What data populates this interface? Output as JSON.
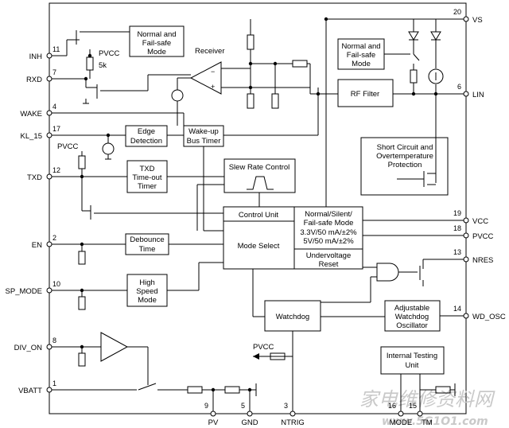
{
  "blocks": {
    "normal_failsafe_left": [
      "Normal and",
      "Fail-safe",
      "Mode"
    ],
    "receiver": "Receiver",
    "normal_failsafe_right": [
      "Normal and",
      "Fail-safe",
      "Mode"
    ],
    "rf_filter": "RF Filter",
    "edge_detection": [
      "Edge",
      "Detection"
    ],
    "wakeup_timer": [
      "Wake-up",
      "Bus Timer"
    ],
    "short_circuit": [
      "Short Circuit and",
      "Overtemperature",
      "Protection"
    ],
    "txd_timeout": [
      "TXD",
      "Time-out",
      "Timer"
    ],
    "slew_rate": "Slew Rate Control",
    "control_unit": "Control Unit",
    "mode_select": "Mode Select",
    "power_mode": [
      "Normal/Silent/",
      "Fail-safe Mode",
      "3.3V/50 mA/±2%",
      "5V/50 mA/±2%"
    ],
    "undervoltage": [
      "Undervoltage",
      "Reset"
    ],
    "debounce": [
      "Debounce",
      "Time"
    ],
    "high_speed": [
      "High",
      "Speed",
      "Mode"
    ],
    "watchdog": "Watchdog",
    "wd_oscillator": [
      "Adjustable",
      "Watchdog",
      "Oscillator"
    ],
    "internal_testing": [
      "Internal Testing",
      "Unit"
    ]
  },
  "labels": {
    "pvcc_inh": "PVCC",
    "r5k": "5k",
    "pvcc_kl": "PVCC",
    "pvcc_bottom": "PVCC"
  },
  "pins_left": [
    {
      "name": "INH",
      "num": "11"
    },
    {
      "name": "RXD",
      "num": "7"
    },
    {
      "name": "WAKE",
      "num": "4"
    },
    {
      "name": "KL_15",
      "num": "17"
    },
    {
      "name": "TXD",
      "num": "12"
    },
    {
      "name": "EN",
      "num": "2"
    },
    {
      "name": "SP_MODE",
      "num": "10"
    },
    {
      "name": "DIV_ON",
      "num": "8"
    },
    {
      "name": "VBATT",
      "num": "1"
    }
  ],
  "pins_right": [
    {
      "name": "VS",
      "num": "20"
    },
    {
      "name": "LIN",
      "num": "6"
    },
    {
      "name": "VCC",
      "num": "19"
    },
    {
      "name": "PVCC",
      "num": "18"
    },
    {
      "name": "NRES",
      "num": "13"
    },
    {
      "name": "WD_OSC",
      "num": "14"
    }
  ],
  "pins_bottom": [
    {
      "name": "PV",
      "num": "9"
    },
    {
      "name": "GND",
      "num": "5"
    },
    {
      "name": "NTRIG",
      "num": "3"
    },
    {
      "name": "MODE",
      "num": "16"
    },
    {
      "name": "TM",
      "num": "15"
    }
  ],
  "watermark": {
    "text": "家电维修资料网",
    "url": "www.5G1O1.com"
  }
}
